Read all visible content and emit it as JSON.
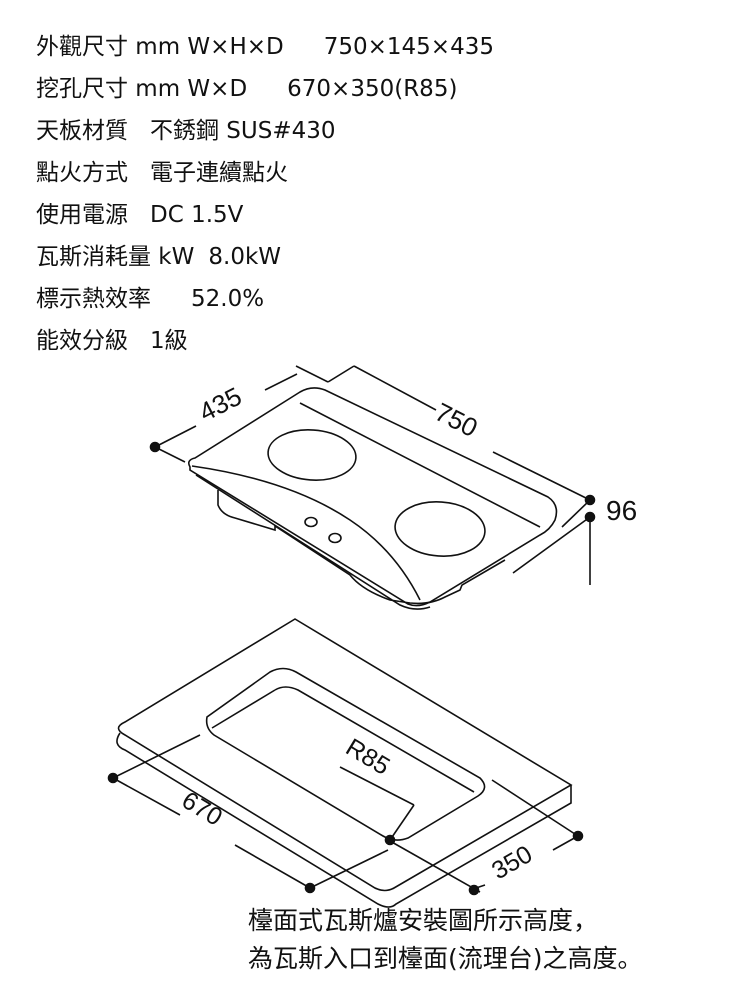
{
  "specs": [
    {
      "label": "外觀尺寸 mm W×H×D",
      "value": "750×145×435"
    },
    {
      "label": "挖孔尺寸 mm W×D",
      "value": "670×350(R85)"
    },
    {
      "label": "天板材質",
      "value": "不銹鋼 SUS#430"
    },
    {
      "label": "點火方式",
      "value": "電子連續點火"
    },
    {
      "label": "使用電源",
      "value": "DC 1.5V"
    },
    {
      "label": "瓦斯消耗量 kW",
      "value": "8.0kW"
    },
    {
      "label": "標示熱效率",
      "value": "52.0%"
    },
    {
      "label": "能效分級",
      "value": "1級"
    }
  ],
  "drawing": {
    "depth": "435",
    "width": "750",
    "height": "96",
    "cutout_width": "670",
    "cutout_depth": "350",
    "radius": "R85"
  },
  "note": {
    "line1": "檯面式瓦斯爐安裝圖所示高度，",
    "line2": "為瓦斯入口到檯面(流理台)之高度。"
  }
}
